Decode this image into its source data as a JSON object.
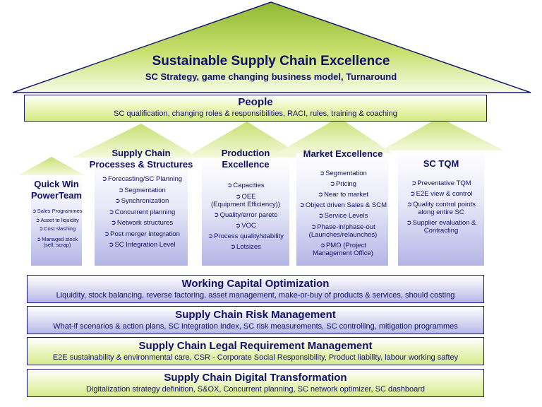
{
  "roof": {
    "title": "Sustainable Supply Chain Excellence",
    "subtitle": "SC Strategy, game changing business model, Turnaround"
  },
  "people": {
    "title": "People",
    "subtitle": "SC qualification, changing roles & responsibilities, RACI, rules, training & coaching"
  },
  "pillars": [
    {
      "title1": "Quick Win",
      "title2": "PowerTeam",
      "items": [
        "Sales Programmes",
        "Asset to liquidity",
        "Cost slashing",
        "Managed stock",
        "(sell, scrap)"
      ]
    },
    {
      "title1": "Supply Chain",
      "title2": "Processes & Structures",
      "items": [
        "Forecasting/SC Planning",
        "Segmentation",
        "Synchronization",
        "Concurrent planning",
        "Network structures",
        "Post merger integration",
        "SC Integration Level"
      ]
    },
    {
      "title1": "Production",
      "title2": "Excellence",
      "items": [
        "Capacities",
        "OEE",
        "(Equipment Efficiency))",
        "Quality/error pareto",
        "VOC",
        "Process quality/stability",
        "Lotsizes"
      ]
    },
    {
      "title1": "Market Excellence",
      "items": [
        "Segmentation",
        "Pricing",
        "Near to market",
        "Object driven Sales & SCM",
        "Service Levels",
        "Phase-in/phase-out",
        "(Launches/relaunches)",
        "PMO (Project",
        "Management Office)"
      ]
    },
    {
      "title1": "SC TQM",
      "items": [
        "Preventative TQM",
        "E2E view & control",
        "Quality control points",
        "along entire SC",
        "Supplier evaluation &",
        "Contracting"
      ]
    }
  ],
  "bands": [
    {
      "title": "Working Capital Optimization",
      "subtitle": "Liquidity, stock balancing, reverse factoring, asset management, make-or-buy of products & services, should costing"
    },
    {
      "title": "Supply Chain Risk Management",
      "subtitle": "What-if scenarios & action plans, SC Integration Index, SC risk measurements, SC controlling, mitigation programmes"
    },
    {
      "title": "Supply Chain Legal Requirement Management",
      "subtitle": "E2E sustainability & environmental care, CSR - Corporate Social Responsibility, Product liability, labour working saftey"
    },
    {
      "title": "Supply Chain Digital Transformation",
      "subtitle": "Digitalization strategy definition, S&OX, Concurrent planning, SC network optimizer, SC dashboard"
    }
  ],
  "colors": {
    "text": "#10106a",
    "roof_fill": "#c5e06a",
    "pillar_fill": "#c4c4ec",
    "arrow_fill": "#dfee9d"
  }
}
